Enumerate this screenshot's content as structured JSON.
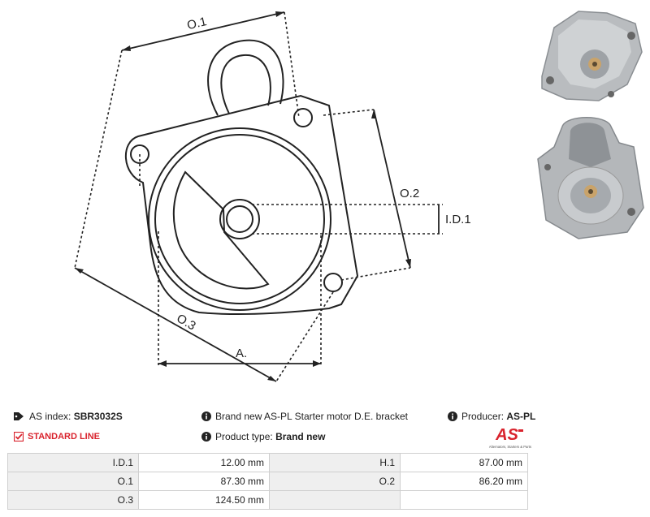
{
  "drawing": {
    "dim_o1": "O.1",
    "dim_o2": "O.2",
    "dim_id1": "I.D.1",
    "dim_o3": "O.3",
    "dim_a": "A."
  },
  "info": {
    "index_label": "AS index:",
    "index_value": "SBR3032S",
    "line_label": "STANDARD LINE",
    "description": "Brand new AS-PL Starter motor D.E. bracket",
    "type_label": "Product type:",
    "type_value": "Brand new",
    "producer_label": "Producer:",
    "producer_value": "AS-PL",
    "logo_text": "AS",
    "logo_tagline": "Alternators, Starters & Parts"
  },
  "specs": [
    {
      "label": "I.D.1",
      "value": "12.00 mm",
      "label2": "H.1",
      "value2": "87.00 mm"
    },
    {
      "label": "O.1",
      "value": "87.30 mm",
      "label2": "O.2",
      "value2": "86.20 mm"
    },
    {
      "label": "O.3",
      "value": "124.50 mm",
      "label2": "",
      "value2": ""
    }
  ],
  "colors": {
    "accent": "#d9232d",
    "line": "#222222",
    "table_label_bg": "#efefef"
  }
}
